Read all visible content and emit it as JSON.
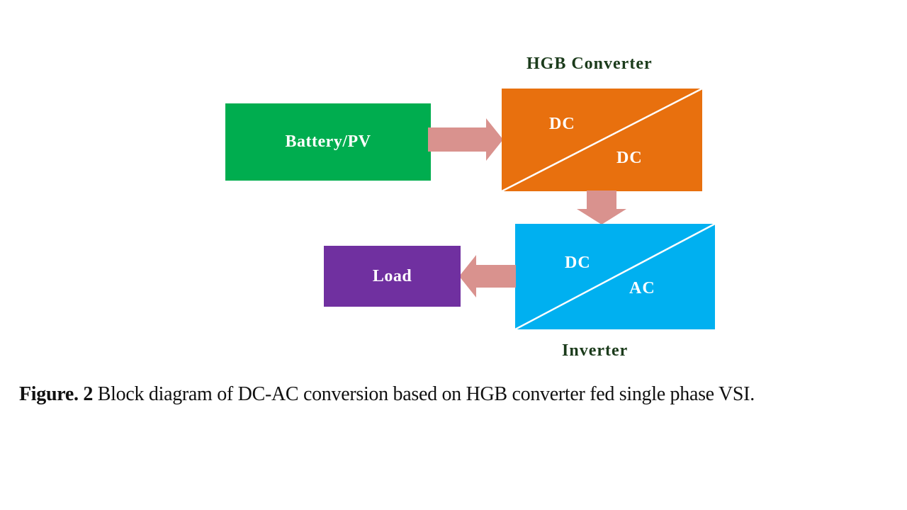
{
  "diagram": {
    "blocks": {
      "source": {
        "label": "Battery/PV",
        "color": "#00ad4f"
      },
      "converter": {
        "title": "HGB Converter",
        "input": "DC",
        "output": "DC",
        "color": "#e8700e"
      },
      "inverter": {
        "title": "Inverter",
        "input": "DC",
        "output": "AC",
        "color": "#00b0f0"
      },
      "load": {
        "label": "Load",
        "color": "#7030a0"
      }
    },
    "arrows": [
      {
        "from": "source",
        "to": "converter",
        "direction": "right"
      },
      {
        "from": "converter",
        "to": "inverter",
        "direction": "down"
      },
      {
        "from": "inverter",
        "to": "load",
        "direction": "left"
      }
    ],
    "arrow_color": "#d9928e",
    "title_color": "#1b3b1b"
  },
  "caption": {
    "label": "Figure. 2",
    "text": " Block diagram of DC-AC conversion based on HGB converter fed single phase VSI."
  }
}
